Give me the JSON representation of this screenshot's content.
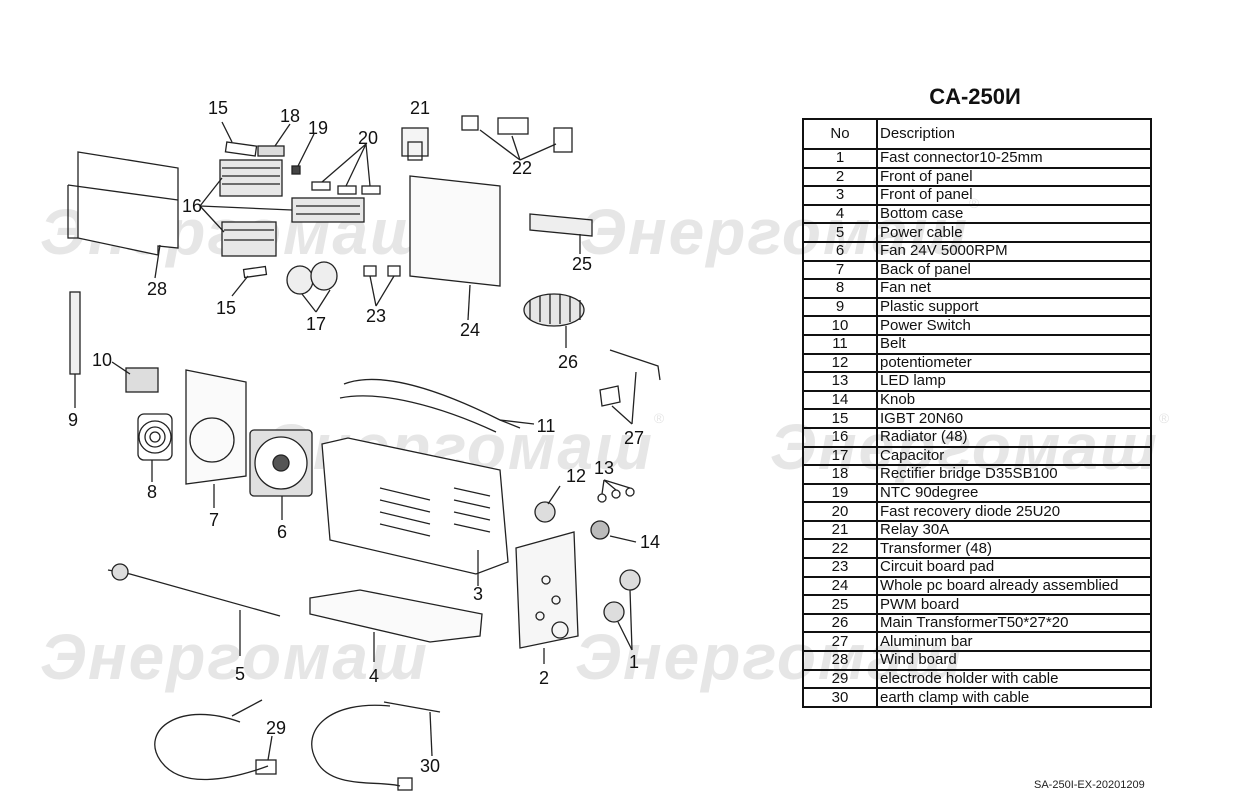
{
  "title": "CA-250И",
  "doc_code": "SA-250I-EX-20201209",
  "watermark": "Энергомаш",
  "table": {
    "headers": {
      "no": "No",
      "description": "Description"
    },
    "rows": [
      {
        "no": "1",
        "desc": "Fast connector10-25mm"
      },
      {
        "no": "2",
        "desc": "Front of panel"
      },
      {
        "no": "3",
        "desc": "Front of panel"
      },
      {
        "no": "4",
        "desc": "Bottom case"
      },
      {
        "no": "5",
        "desc": "Power cable"
      },
      {
        "no": "6",
        "desc": "Fan 24V 5000RPM"
      },
      {
        "no": "7",
        "desc": "Back of panel"
      },
      {
        "no": "8",
        "desc": "Fan net"
      },
      {
        "no": "9",
        "desc": "Plastic support"
      },
      {
        "no": "10",
        "desc": "Power Switch"
      },
      {
        "no": "11",
        "desc": "Belt"
      },
      {
        "no": "12",
        "desc": "potentiometer"
      },
      {
        "no": "13",
        "desc": "LED lamp"
      },
      {
        "no": "14",
        "desc": "Knob"
      },
      {
        "no": "15",
        "desc": "IGBT 20N60"
      },
      {
        "no": "16",
        "desc": "Radiator (48)"
      },
      {
        "no": "17",
        "desc": "Capacitor"
      },
      {
        "no": "18",
        "desc": "Rectifier bridge D35SB100"
      },
      {
        "no": "19",
        "desc": "NTC 90degree"
      },
      {
        "no": "20",
        "desc": "Fast recovery diode 25U20"
      },
      {
        "no": "21",
        "desc": "Relay 30A"
      },
      {
        "no": "22",
        "desc": "Transformer (48)"
      },
      {
        "no": "23",
        "desc": "Circuit board pad"
      },
      {
        "no": "24",
        "desc": "Whole pc board already assemblied"
      },
      {
        "no": "25",
        "desc": "PWM board"
      },
      {
        "no": "26",
        "desc": "Main TransformerT50*27*20"
      },
      {
        "no": "27",
        "desc": "Aluminum bar"
      },
      {
        "no": "28",
        "desc": "Wind board"
      },
      {
        "no": "29",
        "desc": " electrode holder with cable"
      },
      {
        "no": "30",
        "desc": " earth clamp with  cable"
      }
    ]
  },
  "callouts": [
    "1",
    "2",
    "3",
    "4",
    "5",
    "6",
    "7",
    "8",
    "9",
    "10",
    "11",
    "12",
    "13",
    "14",
    "15",
    "15",
    "16",
    "17",
    "18",
    "19",
    "20",
    "21",
    "22",
    "23",
    "24",
    "25",
    "26",
    "27",
    "28",
    "29",
    "30"
  ]
}
